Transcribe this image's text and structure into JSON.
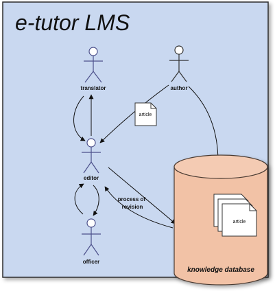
{
  "title": "e-tutor LMS",
  "actors": {
    "translator": "translator",
    "author": "author",
    "editor": "editor",
    "officer": "officer"
  },
  "documents": {
    "article_note": "article",
    "stack_article": "article"
  },
  "edge_label": "process of\nrevision",
  "database_label": "knowledge database",
  "colors": {
    "panel": "#c9d8f0",
    "panel_border": "#2e2e2e",
    "cylinder": "#f2c2a6",
    "cylinder_border": "#4a3a32",
    "actor_stroke": "#4b4f8a"
  }
}
